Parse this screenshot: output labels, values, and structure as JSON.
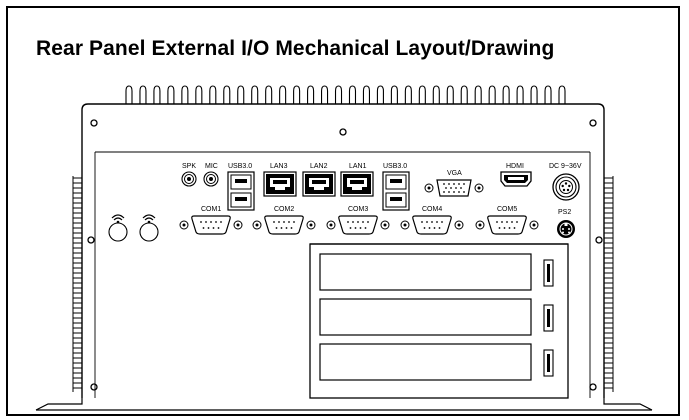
{
  "title": "Rear Panel External I/O Mechanical Layout/Drawing",
  "ports": {
    "spk": "SPK",
    "mic": "MIC",
    "usb30_left": "USB3.0",
    "lan3": "LAN3",
    "lan2": "LAN2",
    "lan1": "LAN1",
    "usb30_right": "USB3.0",
    "vga": "VGA",
    "hdmi": "HDMI",
    "dc_in": "DC 9~36V",
    "ps2": "PS2",
    "com1": "COM1",
    "com2": "COM2",
    "com3": "COM3",
    "com4": "COM4",
    "com5": "COM5"
  },
  "expansion_slots": 3,
  "wifi_antennas": 2
}
